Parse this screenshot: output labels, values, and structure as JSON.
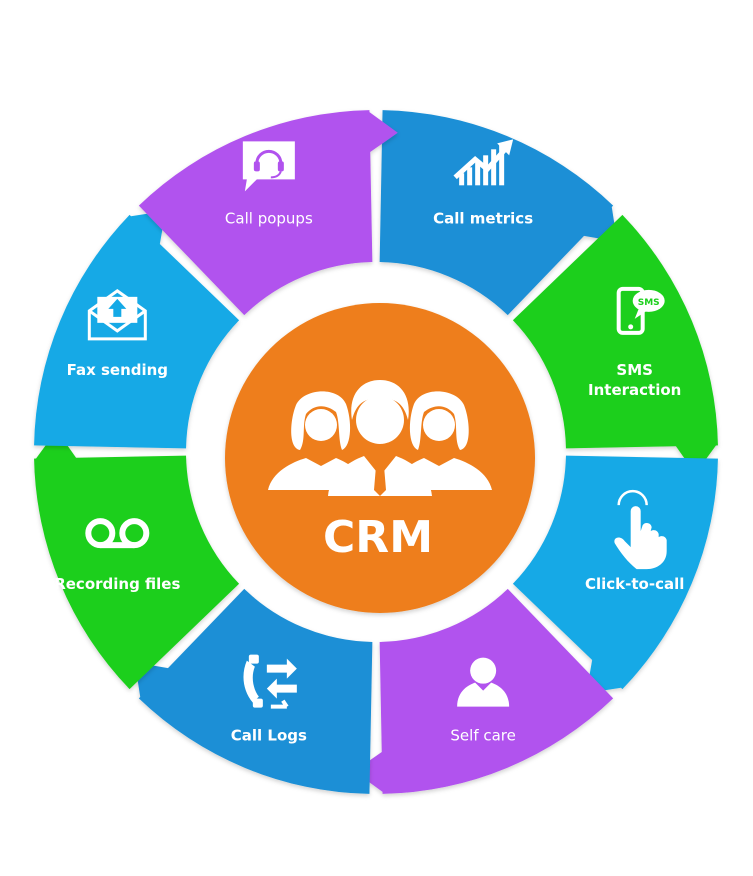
{
  "center": {
    "label": "CRM",
    "color": "#ee7e1a",
    "icon": "people-group-icon"
  },
  "segments": [
    {
      "id": "call-metrics",
      "lines": [
        "Call metrics"
      ],
      "color": "#1a8fd6",
      "icon": "chart-growth-icon"
    },
    {
      "id": "sms-interaction",
      "lines": [
        "SMS",
        "Interaction"
      ],
      "color": "#1ccf1c",
      "icon": "mobile-sms-icon",
      "icon_text": "SMS"
    },
    {
      "id": "click-to-call",
      "lines": [
        "Click-to-call"
      ],
      "color": "#14a9e6",
      "icon": "tap-hand-icon"
    },
    {
      "id": "self-care",
      "lines": [
        "Self care"
      ],
      "color": "#b152ee",
      "icon": "user-silhouette-icon"
    },
    {
      "id": "call-logs",
      "lines": [
        "Call Logs"
      ],
      "color": "#1a8fd6",
      "icon": "phone-transfer-icon"
    },
    {
      "id": "recording-files",
      "lines": [
        "Recording files"
      ],
      "color": "#1ccf1c",
      "icon": "voicemail-icon"
    },
    {
      "id": "fax-sending",
      "lines": [
        "Fax sending"
      ],
      "color": "#14a9e6",
      "icon": "envelope-upload-icon"
    },
    {
      "id": "call-popups",
      "lines": [
        "Call popups"
      ],
      "color": "#b152ee",
      "icon": "headset-chat-icon"
    }
  ]
}
